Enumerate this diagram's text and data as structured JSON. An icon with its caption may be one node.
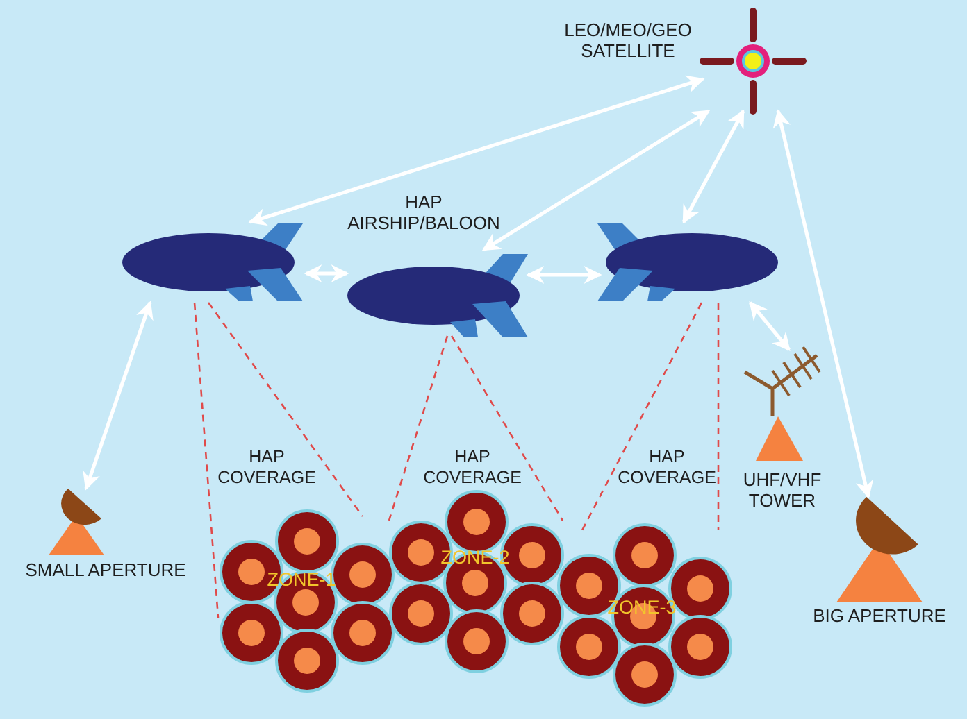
{
  "diagram": {
    "nodes": [
      {
        "text": [
          "LEO/MEO/GEO SATELLITE"
        ]
      },
      {
        "text": [],
        "shape": "airship"
      },
      {
        "text": [
          "HAP AIRSHIP/BALOON"
        ]
      },
      {
        "text": [],
        "shape": "airship"
      },
      {
        "text": [
          "SMALL APERTURE"
        ]
      },
      {
        "text": [
          "UHF/VHF TOWER"
        ]
      },
      {
        "text": [
          "BIG APERTURE"
        ]
      },
      {
        "text": [
          "ZONE-1"
        ]
      },
      {
        "text": [
          "ZONE-2"
        ]
      },
      {
        "text": [
          "ZONE-3"
        ]
      }
    ],
    "edges": [
      {
        "from": 0,
        "to": 1,
        "arrow": "both"
      },
      {
        "from": 0,
        "to": 2,
        "arrow": "both"
      },
      {
        "from": 0,
        "to": 3,
        "arrow": "both"
      },
      {
        "from": 0,
        "to": 6,
        "arrow": "both"
      },
      {
        "from": 1,
        "to": 2,
        "arrow": "both"
      },
      {
        "from": 2,
        "to": 3,
        "arrow": "both"
      },
      {
        "from": 3,
        "to": 5,
        "arrow": "both"
      },
      {
        "from": 1,
        "to": 4,
        "arrow": "both"
      },
      {
        "from": 1,
        "to": 7,
        "arrow": "none",
        "style": "dashed",
        "color": "#e04a4a"
      },
      {
        "from": 1,
        "to": 7,
        "arrow": "none",
        "style": "dashed",
        "color": "#e04a4a"
      },
      {
        "from": 2,
        "to": 8,
        "arrow": "none",
        "style": "dashed",
        "color": "#e04a4a"
      },
      {
        "from": 2,
        "to": 8,
        "arrow": "none",
        "style": "dashed",
        "color": "#e04a4a"
      },
      {
        "from": 3,
        "to": 9,
        "arrow": "none",
        "style": "dashed",
        "color": "#e04a4a"
      },
      {
        "from": 3,
        "to": 9,
        "arrow": "none",
        "style": "dashed",
        "color": "#e04a4a"
      }
    ],
    "labels": [
      "HAP COVERAGE",
      "HAP COVERAGE",
      "HAP COVERAGE"
    ]
  }
}
